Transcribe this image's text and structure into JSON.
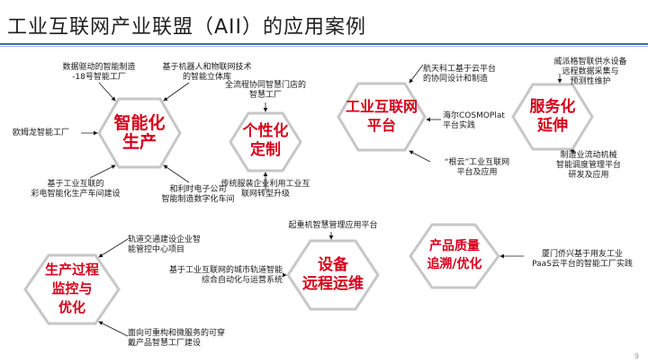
{
  "slide": {
    "title": "工业互联网产业联盟（AII）的应用案例",
    "page_number": "9"
  },
  "colors": {
    "accent": "#d6001c",
    "title_rule": "#2f6cb0",
    "connector": "#1a1a1a"
  },
  "hexes": {
    "smart_manufacturing": "智能化\n生产",
    "personalization": "个性化\n定制",
    "iiot_platform": "工业互联网\n平台",
    "service_extension": "服务化\n延伸",
    "product_quality": "产品质量\n追溯/优化",
    "equipment_ops": "设备\n远程运维",
    "process_monitoring": "生产过程\n监控与\n优化"
  },
  "cases": {
    "c1": "数据驱动的智能制造\n-18号智能工厂",
    "c2": "基于机器人和物联网技术\n的智能立体库",
    "c3": "欧姆龙智能工厂",
    "c4": "基于工业互联的\n彩电智能化生产车间建设",
    "c5": "和利时电子公司\n智能制造数字化车间",
    "c6": "全流程协同智慧门店的\n智慧工厂",
    "c7": "传统服装企业利用工业互\n联网转型升级",
    "c8": "航天科工基于云平台\n的协同设计和制造",
    "c9": "海尔COSMOPlat\n平台实践",
    "c10": "“根云”工业互联网\n平台及应用",
    "c11": "威派格智联供水设备\n远程数据采集与\n预测性维护",
    "c12": "制造业流动机械\n智能调度管理平台\n研发及应用",
    "c13": "起重机智慧管理应用平台",
    "c14": "基于工业互联网的城市轨道智能\n综合自动化与运营系统",
    "c15": "厦门侨兴基于用友工业\nPaaS云平台的智能工厂实践",
    "c16": "轨道交通建设企业智\n能管控中心项目",
    "c17": "面向可重构和微服务的可穿\n戴产品智慧工厂建设"
  }
}
